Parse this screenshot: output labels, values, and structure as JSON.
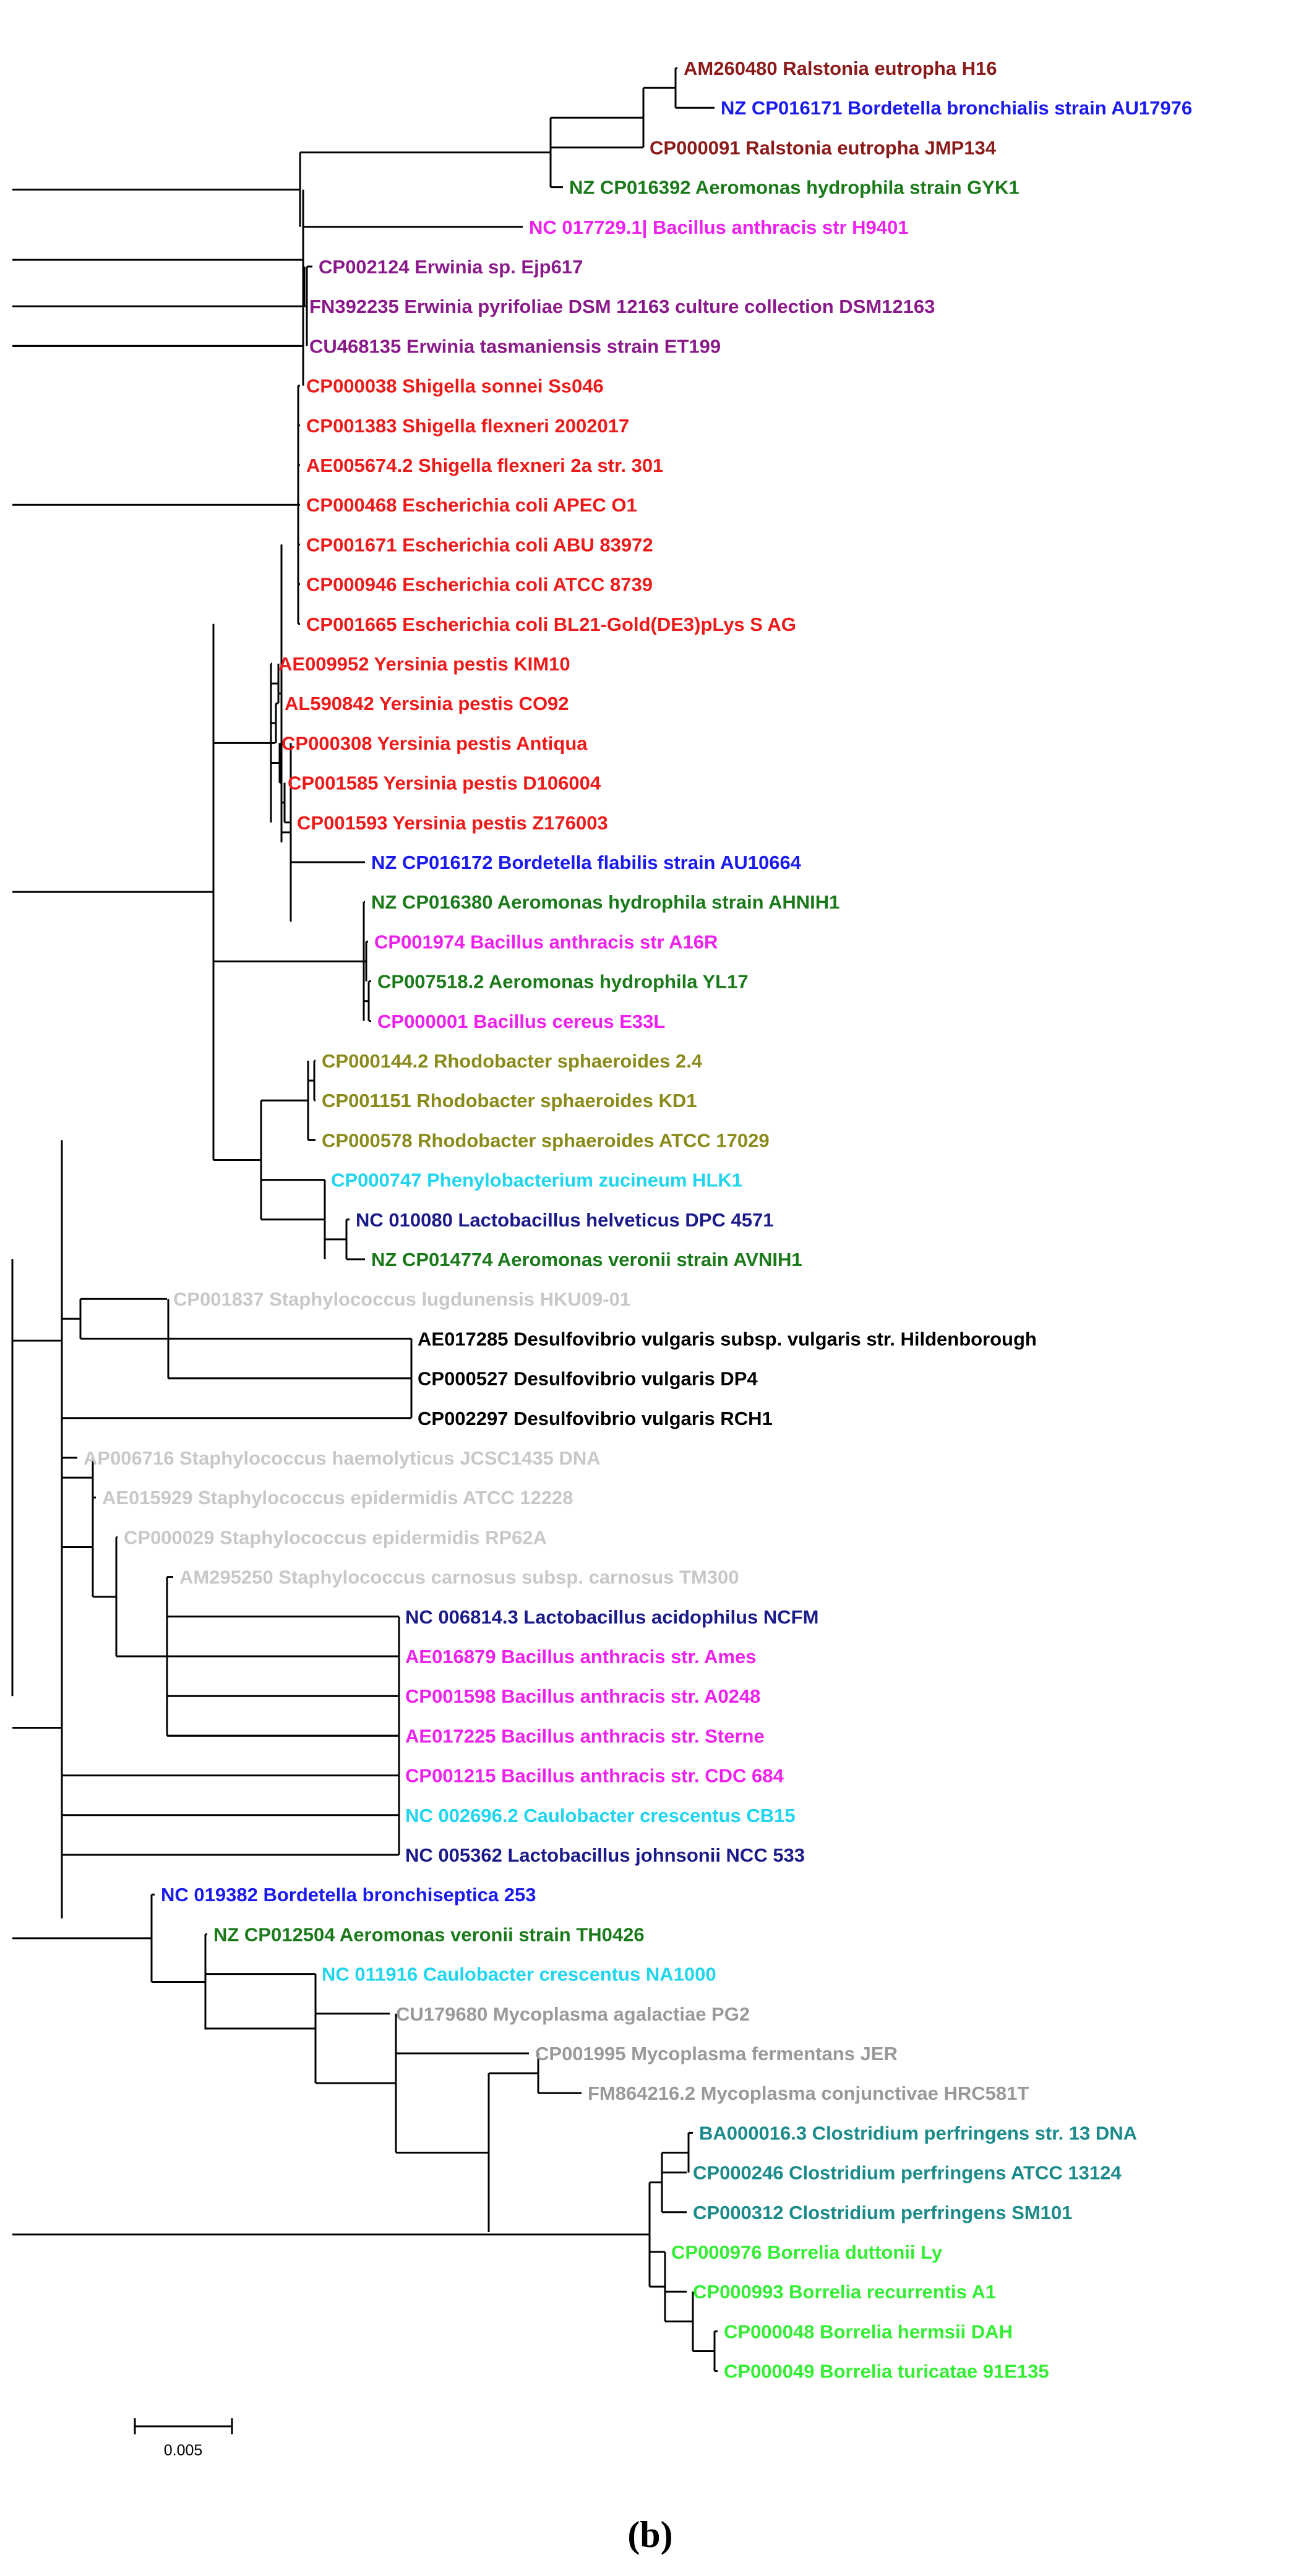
{
  "colors": {
    "branch": "#000000",
    "darkred": "#8b1a1a",
    "blue": "#1a1aee",
    "green": "#1a7a1a",
    "magenta": "#ee20ee",
    "purple": "#8a1a8a",
    "red": "#ee1a1a",
    "olive": "#8a8a1a",
    "cyan": "#20d5ee",
    "navy": "#1a1a8a",
    "black": "#000000",
    "lightgray": "#c8c8c8",
    "gray": "#999999",
    "teal": "#1a8a8a",
    "lime": "#33ee33"
  },
  "leaves": [
    {
      "label": "AM260480 Ralstonia eutropha H16",
      "color": "darkred"
    },
    {
      "label": "NZ CP016171 Bordetella bronchialis strain AU17976",
      "color": "blue"
    },
    {
      "label": "CP000091 Ralstonia eutropha JMP134",
      "color": "darkred"
    },
    {
      "label": "NZ CP016392 Aeromonas hydrophila strain GYK1",
      "color": "green"
    },
    {
      "label": "NC 017729.1| Bacillus anthracis str H9401",
      "color": "magenta"
    },
    {
      "label": "CP002124 Erwinia sp. Ejp617",
      "color": "purple"
    },
    {
      "label": "FN392235 Erwinia pyrifoliae DSM 12163 culture collection DSM12163",
      "color": "purple"
    },
    {
      "label": "CU468135 Erwinia tasmaniensis strain ET199",
      "color": "purple"
    },
    {
      "label": "CP000038 Shigella sonnei Ss046",
      "color": "red"
    },
    {
      "label": "CP001383 Shigella flexneri 2002017",
      "color": "red"
    },
    {
      "label": "AE005674.2 Shigella flexneri 2a str. 301",
      "color": "red"
    },
    {
      "label": "CP000468 Escherichia coli APEC O1",
      "color": "red"
    },
    {
      "label": "CP001671 Escherichia coli ABU 83972",
      "color": "red"
    },
    {
      "label": "CP000946 Escherichia coli ATCC 8739",
      "color": "red"
    },
    {
      "label": "CP001665 Escherichia coli BL21-Gold(DE3)pLys S AG",
      "color": "red"
    },
    {
      "label": "AE009952 Yersinia pestis KIM10",
      "color": "red"
    },
    {
      "label": "AL590842 Yersinia pestis CO92",
      "color": "red"
    },
    {
      "label": "CP000308 Yersinia pestis Antiqua",
      "color": "red"
    },
    {
      "label": "CP001585 Yersinia pestis D106004",
      "color": "red"
    },
    {
      "label": "CP001593 Yersinia pestis Z176003",
      "color": "red"
    },
    {
      "label": "NZ CP016172 Bordetella flabilis strain AU10664",
      "color": "blue"
    },
    {
      "label": "NZ CP016380 Aeromonas hydrophila strain AHNIH1",
      "color": "green"
    },
    {
      "label": "CP001974 Bacillus anthracis str A16R",
      "color": "magenta"
    },
    {
      "label": "CP007518.2 Aeromonas hydrophila YL17",
      "color": "green"
    },
    {
      "label": "CP000001 Bacillus cereus E33L",
      "color": "magenta"
    },
    {
      "label": "CP000144.2 Rhodobacter sphaeroides 2.4",
      "color": "olive"
    },
    {
      "label": "CP001151 Rhodobacter sphaeroides KD1",
      "color": "olive"
    },
    {
      "label": "CP000578 Rhodobacter sphaeroides ATCC 17029",
      "color": "olive"
    },
    {
      "label": "CP000747 Phenylobacterium zucineum HLK1",
      "color": "cyan"
    },
    {
      "label": "NC 010080 Lactobacillus helveticus DPC 4571",
      "color": "navy"
    },
    {
      "label": "NZ CP014774 Aeromonas veronii strain AVNIH1",
      "color": "green"
    },
    {
      "label": "CP001837 Staphylococcus lugdunensis HKU09-01",
      "color": "lightgray"
    },
    {
      "label": "AE017285 Desulfovibrio vulgaris subsp. vulgaris str. Hildenborough",
      "color": "black"
    },
    {
      "label": "CP000527 Desulfovibrio vulgaris DP4",
      "color": "black"
    },
    {
      "label": "CP002297 Desulfovibrio vulgaris RCH1",
      "color": "black"
    },
    {
      "label": "AP006716 Staphylococcus haemolyticus JCSC1435 DNA",
      "color": "lightgray"
    },
    {
      "label": "AE015929 Staphylococcus epidermidis ATCC 12228",
      "color": "lightgray"
    },
    {
      "label": "CP000029 Staphylococcus epidermidis RP62A",
      "color": "lightgray"
    },
    {
      "label": "AM295250 Staphylococcus carnosus subsp. carnosus TM300",
      "color": "lightgray"
    },
    {
      "label": "NC 006814.3 Lactobacillus acidophilus NCFM",
      "color": "navy"
    },
    {
      "label": "AE016879 Bacillus anthracis str. Ames",
      "color": "magenta"
    },
    {
      "label": "CP001598 Bacillus anthracis str. A0248",
      "color": "magenta"
    },
    {
      "label": "AE017225 Bacillus anthracis str. Sterne",
      "color": "magenta"
    },
    {
      "label": "CP001215 Bacillus anthracis str. CDC 684",
      "color": "magenta"
    },
    {
      "label": "NC 002696.2 Caulobacter crescentus CB15",
      "color": "cyan"
    },
    {
      "label": "NC 005362 Lactobacillus johnsonii NCC 533",
      "color": "navy"
    },
    {
      "label": "NC 019382 Bordetella bronchiseptica 253",
      "color": "blue"
    },
    {
      "label": "NZ CP012504 Aeromonas veronii strain TH0426",
      "color": "green"
    },
    {
      "label": "NC 011916 Caulobacter crescentus NA1000",
      "color": "cyan"
    },
    {
      "label": "CU179680 Mycoplasma agalactiae PG2",
      "color": "gray"
    },
    {
      "label": "CP001995 Mycoplasma fermentans JER",
      "color": "gray"
    },
    {
      "label": "FM864216.2 Mycoplasma conjunctivae HRC581T",
      "color": "gray"
    },
    {
      "label": "BA000016.3 Clostridium perfringens str. 13 DNA",
      "color": "teal"
    },
    {
      "label": "CP000246 Clostridium perfringens ATCC 13124",
      "color": "teal"
    },
    {
      "label": "CP000312 Clostridium perfringens SM101",
      "color": "teal"
    },
    {
      "label": "CP000976 Borrelia duttonii Ly",
      "color": "lime"
    },
    {
      "label": "CP000993 Borrelia recurrentis A1",
      "color": "lime"
    },
    {
      "label": "CP000048 Borrelia hermsii DAH",
      "color": "lime"
    },
    {
      "label": "CP000049 Borrelia turicatae 91E135",
      "color": "lime"
    }
  ],
  "scale_bar": {
    "label": "0.005"
  },
  "caption": "(b)"
}
